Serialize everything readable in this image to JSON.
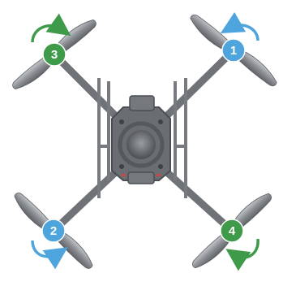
{
  "diagram": {
    "colors": {
      "background": "#ffffff",
      "frame": "#6f7276",
      "frame_dark": "#4b4e52",
      "blade": "#7d8085",
      "blade_light": "#b9bcc0",
      "hub": "#5c5f63",
      "motor_blue": "#4ea4dc",
      "motor_green": "#3f9a4a",
      "arrow_blue": "#4ea4dc",
      "arrow_green": "#3f9a4a"
    },
    "motors": [
      {
        "id": "motor-1",
        "label": "1",
        "color": "blue",
        "rotation": "counter-clockwise"
      },
      {
        "id": "motor-2",
        "label": "2",
        "color": "blue",
        "rotation": "counter-clockwise"
      },
      {
        "id": "motor-3",
        "label": "3",
        "color": "green",
        "rotation": "clockwise"
      },
      {
        "id": "motor-4",
        "label": "4",
        "color": "green",
        "rotation": "clockwise"
      }
    ]
  }
}
